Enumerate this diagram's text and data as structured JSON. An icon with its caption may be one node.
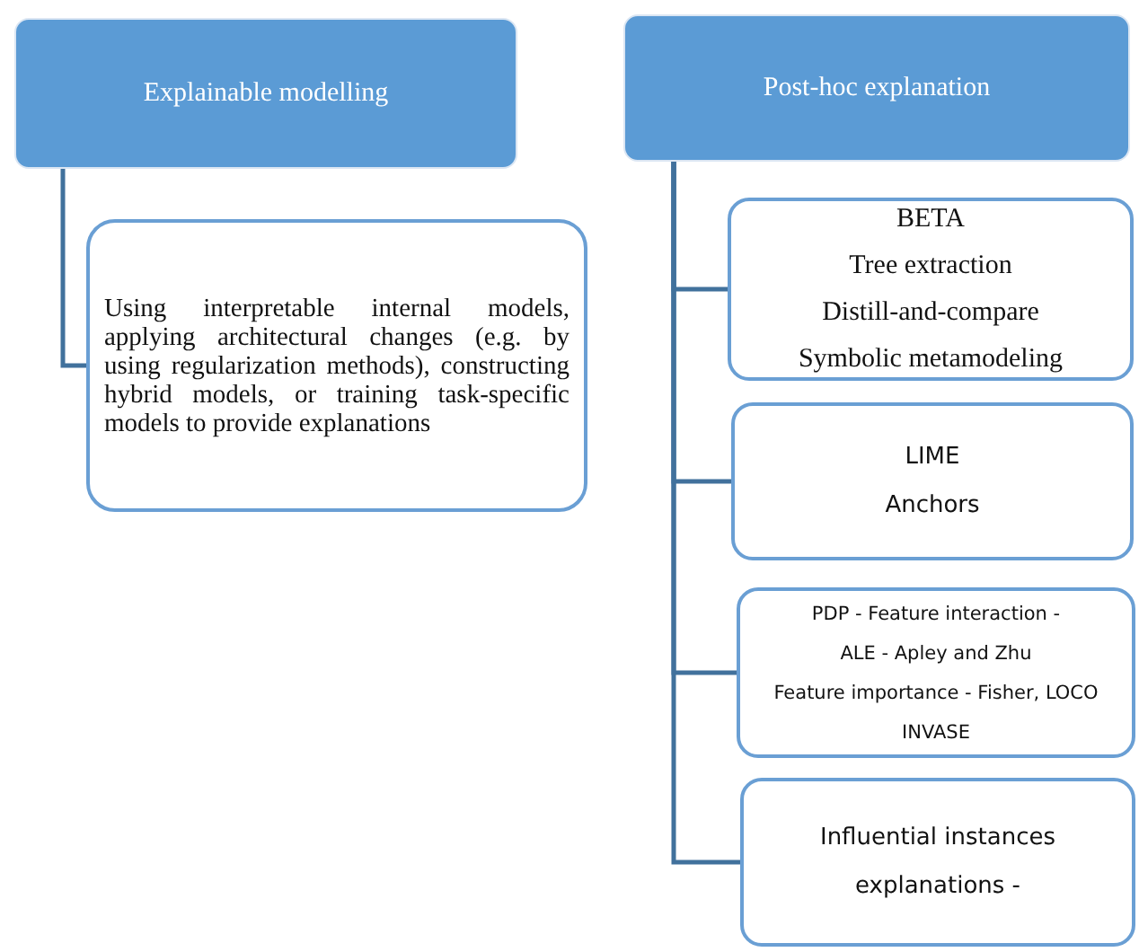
{
  "diagram": {
    "nodes": [
      {
        "text": [
          "Explainable modelling"
        ]
      },
      {
        "text": [
          "Using interpretable internal models, applying architectural changes (e.g. by using regularization methods), constructing hybrid models, or training task-specific models to provide explanations"
        ]
      },
      {
        "text": [
          "Post-hoc explanation"
        ]
      },
      {
        "text": [
          "BETA",
          "Tree extraction",
          "Distill-and-compare",
          "Symbolic metamodeling"
        ]
      },
      {
        "text": [
          "LIME",
          "Anchors"
        ]
      },
      {
        "text": [
          "PDP - Feature interaction -",
          "ALE - Apley and Zhu",
          "Feature importance - Fisher, LOCO",
          "INVASE"
        ]
      },
      {
        "text": [
          "Influential instances explanations -"
        ]
      }
    ],
    "edges": [
      {
        "from": 0,
        "to": 1,
        "arrow": "none"
      },
      {
        "from": 2,
        "to": 3,
        "arrow": "none"
      },
      {
        "from": 2,
        "to": 4,
        "arrow": "none"
      },
      {
        "from": 2,
        "to": 5,
        "arrow": "none"
      },
      {
        "from": 2,
        "to": 6,
        "arrow": "none"
      }
    ]
  }
}
